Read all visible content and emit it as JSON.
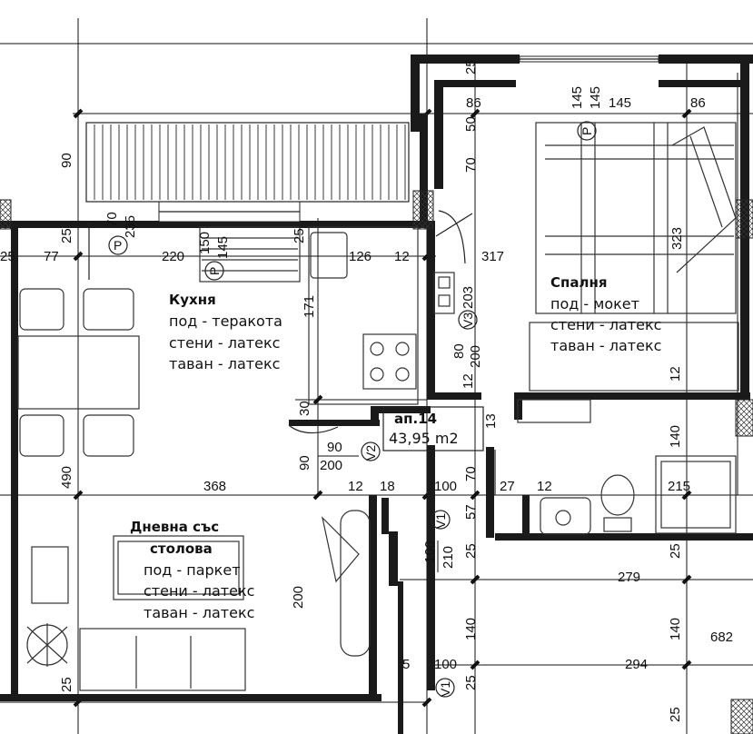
{
  "rooms": {
    "kitchen": {
      "name": "Кухня",
      "floor": "под - теракота",
      "walls": "стени - латекс",
      "ceiling": "таван - латекс"
    },
    "bedroom": {
      "name": "Спалня",
      "floor": "под - мокет",
      "walls": "стени - латекс",
      "ceiling": "таван - латекс"
    },
    "living": {
      "name_line1": "Дневна със",
      "name_line2": "столова",
      "floor": "под - паркет",
      "walls": "стени - латекс",
      "ceiling": "таван - латекс"
    }
  },
  "apartment": {
    "number": "ап.14",
    "area": "43,95 m2"
  },
  "markers": {
    "p": "P",
    "v1": "V1",
    "v2": "V2",
    "v3": "V3"
  },
  "dimensions": {
    "d25a": "25",
    "d86a": "86",
    "d145a": "145",
    "d145b": "145",
    "d86b": "86",
    "d50": "50",
    "d90a": "90",
    "d70a": "70",
    "d235": "235",
    "d25b": "25",
    "d77": "77",
    "d220": "220",
    "d150": "150",
    "d145c": "145",
    "d25c": "25",
    "d126": "126",
    "d12a": "12",
    "d317": "317",
    "d323": "323",
    "d70b": "70",
    "d171": "171",
    "d203": "203",
    "d80": "80",
    "d200a": "200",
    "d12b": "12",
    "d12c": "12",
    "d13": "13",
    "d30": "30",
    "d90b": "90",
    "d90c": "90",
    "d200b": "200",
    "d490": "490",
    "d368": "368",
    "d12d": "12",
    "d18": "18",
    "d100a": "100",
    "d70c": "70",
    "d27": "27",
    "d12e": "12",
    "d215": "215",
    "d140a": "140",
    "d57": "57",
    "d25d": "25",
    "d25e": "25",
    "d100b": "100",
    "d210": "210",
    "d279": "279",
    "d200c": "200",
    "d140b": "140",
    "d140c": "140",
    "d682": "682",
    "d5": "5",
    "d100c": "100",
    "d294": "294",
    "d25f": "25",
    "d25g": "25",
    "d25h": "25",
    "d25i": "25"
  }
}
